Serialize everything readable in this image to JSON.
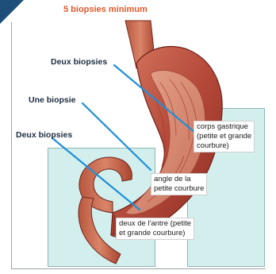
{
  "title": "5 biopsies minimum",
  "labels": {
    "deux_biopsies_top": "Deux biopsies",
    "une_biopsie": "Une biopsie",
    "deux_biopsies_left": "Deux biopsies"
  },
  "notes": {
    "corps": [
      "corps gastrique",
      "(petite et grande",
      "courbure)"
    ],
    "angle": [
      "angle de la",
      "petite courbure"
    ],
    "antre": [
      "deux de l'antre (petite",
      "et grande courbure)"
    ]
  },
  "colors": {
    "title": "#e35a2a",
    "pointer_lines": "#1f8fd8",
    "boxes": "#d2efee",
    "stomach": "#b5493a",
    "corner": "#1e4f7a"
  }
}
